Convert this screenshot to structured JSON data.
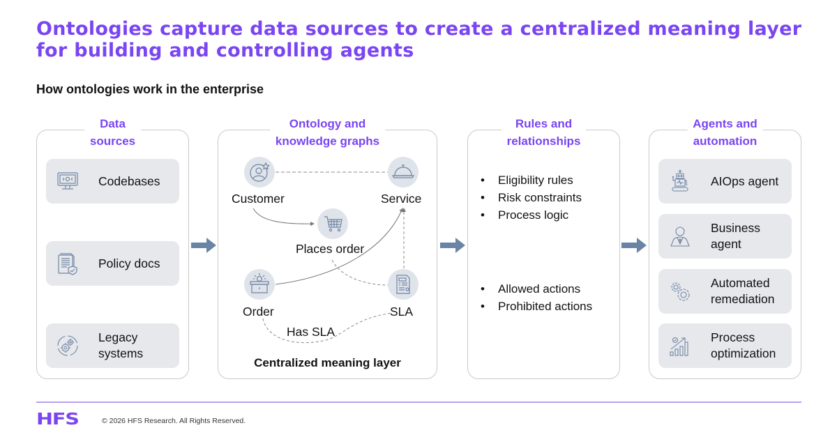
{
  "title": "Ontologies capture data sources to create a centralized meaning layer for building and controlling agents",
  "subtitle": "How ontologies work in the enterprise",
  "colors": {
    "accent": "#7a45f2",
    "card_bg": "#e6e8ec",
    "node_bg": "#dfe3ea",
    "arrow": "#6a84a6",
    "footer_line": "#b99df2"
  },
  "panels": {
    "data_sources": {
      "title_line1": "Data",
      "title_line2": "sources",
      "items": [
        {
          "label": "Codebases",
          "icon": "monitor-code-icon"
        },
        {
          "label": "Policy docs",
          "icon": "policy-document-icon"
        },
        {
          "label": "Legacy systems",
          "label_line1": "Legacy",
          "label_line2": "systems",
          "icon": "legacy-gears-icon"
        }
      ]
    },
    "ontology": {
      "title_line1": "Ontology and",
      "title_line2": "knowledge graphs",
      "nodes": [
        {
          "label": "Customer",
          "icon": "customer-star-icon"
        },
        {
          "label": "Service",
          "icon": "service-cloche-icon"
        },
        {
          "label": "Places order",
          "icon": "shopping-cart-icon"
        },
        {
          "label": "Order",
          "icon": "order-box-icon"
        },
        {
          "label": "SLA",
          "icon": "sla-document-icon"
        }
      ],
      "edge_label": "Has SLA",
      "footer": "Centralized meaning layer"
    },
    "rules": {
      "title_line1": "Rules and",
      "title_line2": "relationships",
      "group1": [
        "Eligibility rules",
        "Risk constraints",
        "Process logic"
      ],
      "group2": [
        "Allowed actions",
        "Prohibited actions"
      ]
    },
    "agents": {
      "title_line1": "Agents and",
      "title_line2": "automation",
      "items": [
        {
          "label_line1": "AIOps agent",
          "label_line2": "",
          "icon": "robot-icon"
        },
        {
          "label_line1": "Business",
          "label_line2": "agent",
          "icon": "business-person-icon"
        },
        {
          "label_line1": "Automated",
          "label_line2": "remediation",
          "icon": "gears-icon"
        },
        {
          "label_line1": "Process",
          "label_line2": "optimization",
          "icon": "growth-chart-icon"
        }
      ]
    }
  },
  "footer": {
    "logo": "HFS",
    "copyright": "© 2026 HFS Research. All Rights Reserved."
  }
}
